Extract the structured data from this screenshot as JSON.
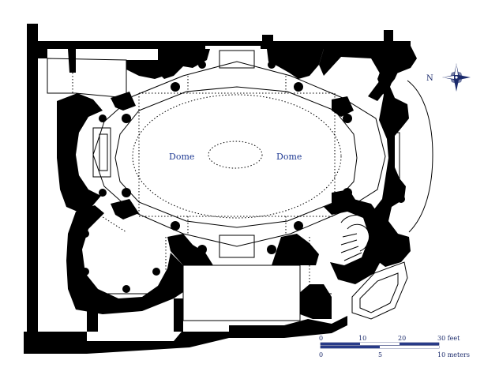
{
  "labels": {
    "dome_left": "Dome",
    "dome_right": "Dome"
  },
  "compass": {
    "north_letter": "N"
  },
  "scale": {
    "feet_ticks": [
      "0",
      "10",
      "20"
    ],
    "feet_end": "30 feet",
    "meter_ticks": [
      "0",
      "5"
    ],
    "meter_end": "10 meters",
    "bar_color_primary": "#2b3f8f",
    "bar_color_secondary": "#ffffff"
  },
  "colors": {
    "wall": "#000000",
    "outline": "#000000",
    "label": "#1f3a93"
  }
}
